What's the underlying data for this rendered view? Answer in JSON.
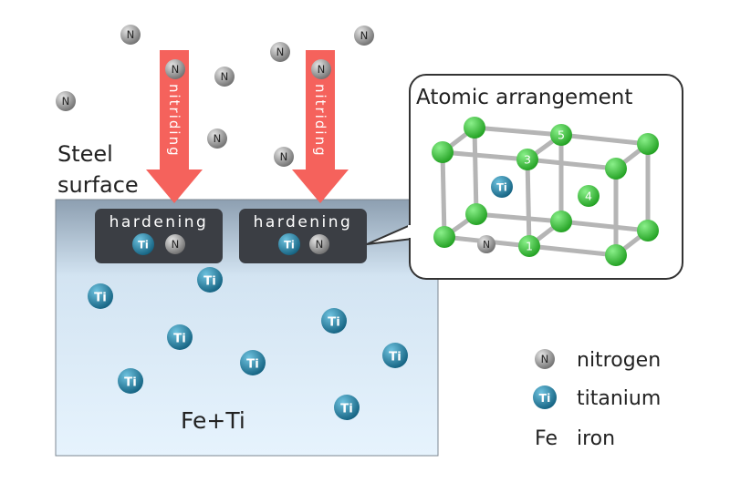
{
  "labels": {
    "steel_surface_line1": "Steel",
    "steel_surface_line2": "surface",
    "nitriding": "nitriding",
    "hardening": "hardening",
    "bulk": "Fe+Ti",
    "callout_title": "Atomic arrangement"
  },
  "atoms": {
    "nitrogen_symbol": "N",
    "titanium_symbol": "Ti",
    "lattice_numbers": [
      "1",
      "3",
      "4",
      "5"
    ]
  },
  "legend": [
    {
      "symbol": "N",
      "label": "nitrogen"
    },
    {
      "symbol": "Ti",
      "label": "titanium"
    },
    {
      "symbol": "Fe",
      "label": "iron"
    }
  ],
  "colors": {
    "arrow": "#f5625c",
    "nitrogen": "#8a8a8a",
    "titanium": "#2b8bb0",
    "iron_lattice": "#3ccf3c",
    "hardening_box": "#3b3e44",
    "steel_top": "#9fb0c0",
    "steel_body": "#e3f1fc"
  }
}
